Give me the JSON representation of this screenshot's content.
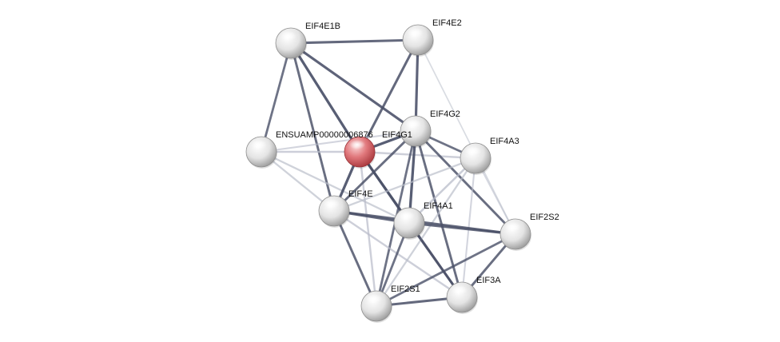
{
  "network": {
    "query_protein": "EIF4G1",
    "colors": {
      "query_node": "#d9595f",
      "node": "#e6e6e6",
      "edge_strong": "#4a5068",
      "edge_weak": "#b8bcc9"
    },
    "nodes": [
      {
        "id": "EIF4E1B",
        "label": "EIF4E1B",
        "query": false
      },
      {
        "id": "EIF4E2",
        "label": "EIF4E2",
        "query": false
      },
      {
        "id": "ENSUAMP",
        "label": "ENSUAMP00000006876",
        "query": false
      },
      {
        "id": "EIF4G1",
        "label": "EIF4G1",
        "query": true
      },
      {
        "id": "EIF4G2",
        "label": "EIF4G2",
        "query": false
      },
      {
        "id": "EIF4A3",
        "label": "EIF4A3",
        "query": false
      },
      {
        "id": "EIF4E",
        "label": "EIF4E",
        "query": false
      },
      {
        "id": "EIF4A1",
        "label": "EIF4A1",
        "query": false
      },
      {
        "id": "EIF2S2",
        "label": "EIF2S2",
        "query": false
      },
      {
        "id": "EIF2S1",
        "label": "EIF2S1",
        "query": false
      },
      {
        "id": "EIF3A",
        "label": "EIF3A",
        "query": false
      }
    ],
    "edges": [
      {
        "source": "EIF4E1B",
        "target": "EIF4E2",
        "confidence": 0.85
      },
      {
        "source": "EIF4E1B",
        "target": "ENSUAMP",
        "confidence": 0.75
      },
      {
        "source": "EIF4E1B",
        "target": "EIF4G1",
        "confidence": 0.95
      },
      {
        "source": "EIF4E1B",
        "target": "EIF4G2",
        "confidence": 0.9
      },
      {
        "source": "EIF4E1B",
        "target": "EIF4E",
        "confidence": 0.8
      },
      {
        "source": "EIF4E2",
        "target": "EIF4G1",
        "confidence": 0.85
      },
      {
        "source": "EIF4E2",
        "target": "EIF4G2",
        "confidence": 0.9
      },
      {
        "source": "EIF4E2",
        "target": "EIF2S2",
        "confidence": 0.3
      },
      {
        "source": "ENSUAMP",
        "target": "EIF4G1",
        "confidence": 0.6
      },
      {
        "source": "ENSUAMP",
        "target": "EIF4E",
        "confidence": 0.55
      },
      {
        "source": "ENSUAMP",
        "target": "EIF4A1",
        "confidence": 0.55
      },
      {
        "source": "ENSUAMP",
        "target": "EIF4G2",
        "confidence": 0.45
      },
      {
        "source": "EIF4G1",
        "target": "EIF4G2",
        "confidence": 0.95
      },
      {
        "source": "EIF4G1",
        "target": "EIF4A3",
        "confidence": 0.6
      },
      {
        "source": "EIF4G1",
        "target": "EIF4E",
        "confidence": 0.95
      },
      {
        "source": "EIF4G1",
        "target": "EIF4A1",
        "confidence": 0.95
      },
      {
        "source": "EIF4G1",
        "target": "EIF3A",
        "confidence": 0.8
      },
      {
        "source": "EIF4G1",
        "target": "EIF2S1",
        "confidence": 0.6
      },
      {
        "source": "EIF4G2",
        "target": "EIF4A3",
        "confidence": 0.75
      },
      {
        "source": "EIF4G2",
        "target": "EIF4E",
        "confidence": 0.8
      },
      {
        "source": "EIF4G2",
        "target": "EIF4A1",
        "confidence": 0.95
      },
      {
        "source": "EIF4G2",
        "target": "EIF2S2",
        "confidence": 0.8
      },
      {
        "source": "EIF4G2",
        "target": "EIF3A",
        "confidence": 0.8
      },
      {
        "source": "EIF4G2",
        "target": "EIF2S1",
        "confidence": 0.75
      },
      {
        "source": "EIF4A3",
        "target": "EIF4E",
        "confidence": 0.55
      },
      {
        "source": "EIF4A3",
        "target": "EIF4A1",
        "confidence": 0.65
      },
      {
        "source": "EIF4A3",
        "target": "EIF2S2",
        "confidence": 0.35
      },
      {
        "source": "EIF4A3",
        "target": "EIF3A",
        "confidence": 0.45
      },
      {
        "source": "EIF4A3",
        "target": "EIF2S1",
        "confidence": 0.55
      },
      {
        "source": "EIF4E",
        "target": "EIF4A1",
        "confidence": 0.85
      },
      {
        "source": "EIF4E",
        "target": "EIF2S2",
        "confidence": 0.85
      },
      {
        "source": "EIF4E",
        "target": "EIF2S1",
        "confidence": 0.8
      },
      {
        "source": "EIF4E",
        "target": "EIF3A",
        "confidence": 0.6
      },
      {
        "source": "EIF4A1",
        "target": "EIF2S2",
        "confidence": 0.85
      },
      {
        "source": "EIF4A1",
        "target": "EIF3A",
        "confidence": 0.85
      },
      {
        "source": "EIF4A1",
        "target": "EIF2S1",
        "confidence": 0.75
      },
      {
        "source": "EIF2S2",
        "target": "EIF3A",
        "confidence": 0.8
      },
      {
        "source": "EIF2S2",
        "target": "EIF2S1",
        "confidence": 0.75
      },
      {
        "source": "EIF2S1",
        "target": "EIF3A",
        "confidence": 0.85
      }
    ]
  }
}
